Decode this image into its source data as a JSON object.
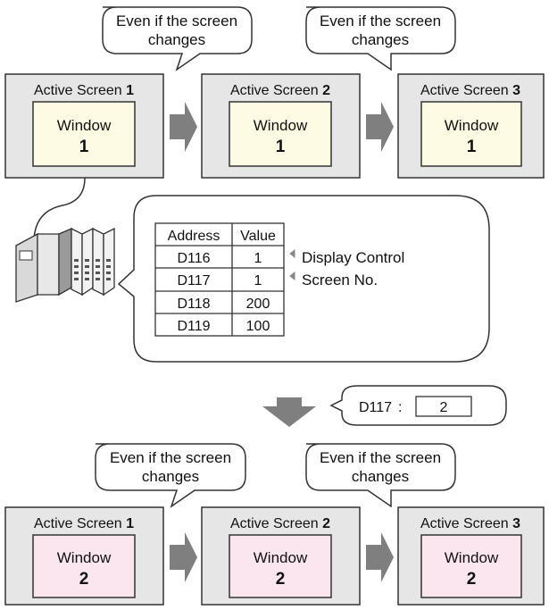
{
  "bubble_text_line1": "Even if the screen",
  "bubble_text_line2": "changes",
  "screen_label_prefix": "Active Screen",
  "window_label": "Window",
  "top_row": {
    "screens": [
      {
        "number": "1",
        "window_number": "1"
      },
      {
        "number": "2",
        "window_number": "1"
      },
      {
        "number": "3",
        "window_number": "1"
      }
    ]
  },
  "bottom_row": {
    "screens": [
      {
        "number": "1",
        "window_number": "2"
      },
      {
        "number": "2",
        "window_number": "2"
      },
      {
        "number": "3",
        "window_number": "2"
      }
    ]
  },
  "address_table": {
    "headers": [
      "Address",
      "Value"
    ],
    "rows": [
      {
        "address": "D116",
        "value": "1",
        "note": "Display Control"
      },
      {
        "address": "D117",
        "value": "1",
        "note": "Screen No."
      },
      {
        "address": "D118",
        "value": "200",
        "note": ""
      },
      {
        "address": "D119",
        "value": "100",
        "note": ""
      }
    ]
  },
  "change_callout": {
    "address": "D117",
    "separator": ":",
    "value": "2"
  },
  "colors": {
    "screen_fill": "#e6e6e6",
    "window_fill_top": "#fdfbe4",
    "window_fill_bottom": "#fbe6ef",
    "arrow_fill": "#7f7f7f",
    "border": "#333333"
  },
  "icons": [
    "plc-device-icon",
    "right-arrow-icon",
    "down-arrow-icon",
    "speech-bubble"
  ]
}
